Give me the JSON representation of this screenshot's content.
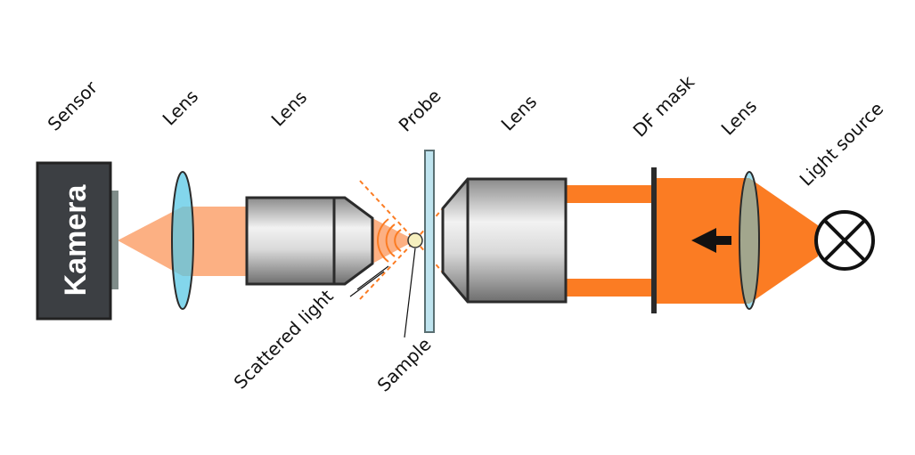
{
  "labels": {
    "sensor": "Sensor",
    "lens1": "Lens",
    "lens2": "Lens",
    "probe": "Probe",
    "lens3": "Lens",
    "df_mask": "DF mask",
    "lens4": "Lens",
    "light_source": "Light source",
    "scattered_light": "Scattered light",
    "sample": "Sample",
    "camera": "Kamera"
  },
  "colors": {
    "beam_strong": "#fb7c23",
    "beam_light": "#fcb083",
    "lens_fill": "#5ac8e6",
    "outline": "#2b2b2b",
    "camera_body": "#3c3f43",
    "slide_fill": "#bfe4ef",
    "sample_fill": "#f6f0bf"
  }
}
